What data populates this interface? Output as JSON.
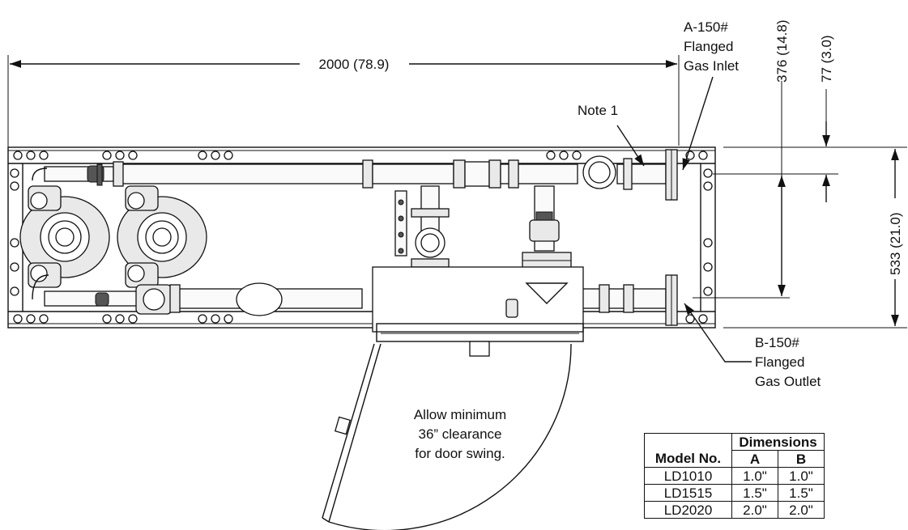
{
  "dimensions": {
    "overall_width": "2000 (78.9)",
    "inlet_offset": "376 (14.8)",
    "top_offset": "77 (3.0)",
    "overall_depth": "533 (21.0)"
  },
  "callouts": {
    "inlet": [
      "A-150#",
      "Flanged",
      "Gas Inlet"
    ],
    "outlet": [
      "B-150#",
      "Flanged",
      "Gas Outlet"
    ],
    "note": "Note 1",
    "door": [
      "Allow minimum",
      "36” clearance",
      "for door swing."
    ]
  },
  "table": {
    "group_header": "Dimensions",
    "model_header": "Model No.",
    "col_a": "A",
    "col_b": "B",
    "rows": [
      {
        "model": "LD1010",
        "a": "1.0\"",
        "b": "1.0\""
      },
      {
        "model": "LD1515",
        "a": "1.5\"",
        "b": "1.5\""
      },
      {
        "model": "LD2020",
        "a": "2.0\"",
        "b": "2.0\""
      }
    ]
  }
}
